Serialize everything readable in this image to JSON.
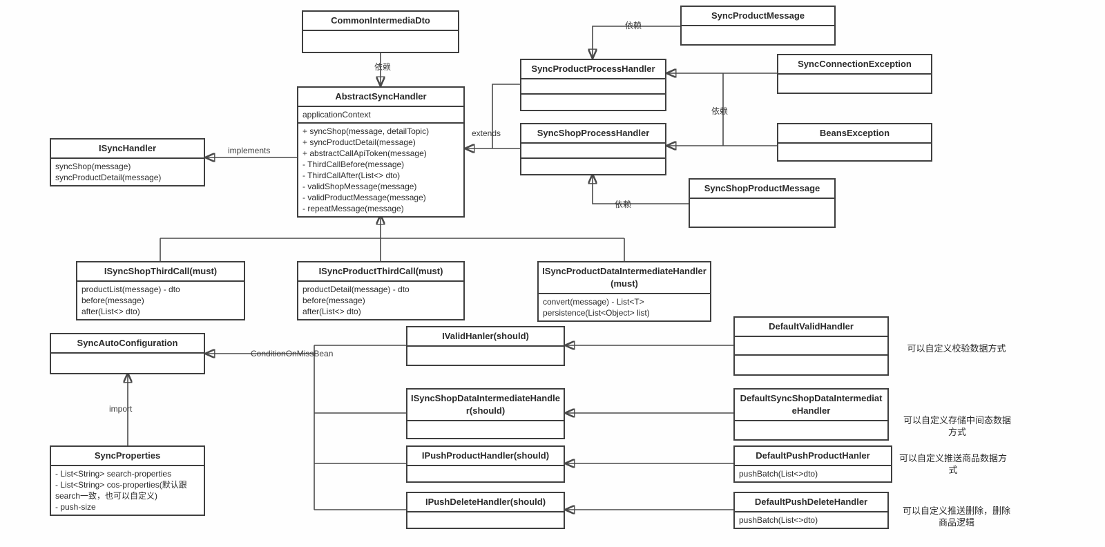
{
  "classes": {
    "commonIntermediaDto": {
      "title": "CommonIntermediaDto"
    },
    "syncProductMessage": {
      "title": "SyncProductMessage"
    },
    "syncProductProcessHandler": {
      "title": "SyncProductProcessHandler"
    },
    "syncConnectionException": {
      "title": "SyncConnectionException"
    },
    "abstractSyncHandler": {
      "title": "AbstractSyncHandler",
      "attrs": [
        "applicationContext"
      ],
      "methods": [
        "+ syncShop(message, detailTopic)",
        "+ syncProductDetail(message)",
        "+ abstractCallApiToken(message)",
        "- ThirdCallBefore(message)",
        "- ThirdCallAfter(List<> dto)",
        "- validShopMessage(message)",
        "- validProductMessage(message)",
        "- repeatMessage(message)"
      ]
    },
    "syncShopProcessHandler": {
      "title": "SyncShopProcessHandler"
    },
    "beansException": {
      "title": "BeansException"
    },
    "iSyncHandler": {
      "title": "ISyncHandler",
      "methods": [
        "syncShop(message)",
        "syncProductDetail(message)"
      ]
    },
    "syncShopProductMessage": {
      "title": "SyncShopProductMessage"
    },
    "iSyncShopThirdCall": {
      "title": "ISyncShopThirdCall(must)",
      "methods": [
        "productList(message) - dto",
        "before(message)",
        "after(List<> dto)"
      ]
    },
    "iSyncProductThirdCall": {
      "title": "ISyncProductThirdCall(must)",
      "methods": [
        "productDetail(message) - dto",
        "before(message)",
        "after(List<> dto)"
      ]
    },
    "iSyncProductDataIntermediateHandler": {
      "title": "ISyncProductDataIntermediateHandler(must)",
      "methods": [
        "convert(message) - List<T>",
        "persistence(List<Object> list)"
      ]
    },
    "defaultValidHandler": {
      "title": "DefaultValidHandler"
    },
    "iValidHanler": {
      "title": "IValidHanler(should)"
    },
    "syncAutoConfiguration": {
      "title": "SyncAutoConfiguration"
    },
    "iSyncShopDataIntermediateHandler": {
      "title": "ISyncShopDataIntermediateHandler(should)"
    },
    "defaultSyncShopDataIntermediateHandler": {
      "title": "DefaultSyncShopDataIntermediateHandler"
    },
    "iPushProductHandler": {
      "title": "IPushProductHandler(should)"
    },
    "defaultPushProductHanler": {
      "title": "DefaultPushProductHanler",
      "methods": [
        "pushBatch(List<>dto)"
      ]
    },
    "syncProperties": {
      "title": "SyncProperties",
      "attrs": [
        "- List<String> search-properties",
        "- List<String> cos-properties(默认跟search一致，也可以自定义)",
        "- push-size"
      ]
    },
    "iPushDeleteHandler": {
      "title": "IPushDeleteHandler(should)"
    },
    "defaultPushDeleteHandler": {
      "title": "DefaultPushDeleteHandler",
      "methods": [
        "pushBatch(List<>dto)"
      ]
    }
  },
  "edgeLabels": {
    "depDtoToAbstract": "依赖",
    "depProductMessage": "依赖",
    "depConnectionException": "依赖",
    "depShopProductMessage": "依赖",
    "extendsLabel": "extends",
    "implementsLabel": "implements",
    "conditionOnMissBean": "ConditionOnMissBean",
    "importLabel": "import"
  },
  "notes": [
    "可以自定义校验数据方式",
    "可以自定义存储中间态数据方式",
    "可以自定义推送商品数据方式",
    "可以自定义推送删除，删除商品逻辑"
  ],
  "colors": {
    "border": "#3f3f3f",
    "line": "#4a4a4a",
    "text": "#2b2b2b",
    "background": "#fefefe"
  }
}
